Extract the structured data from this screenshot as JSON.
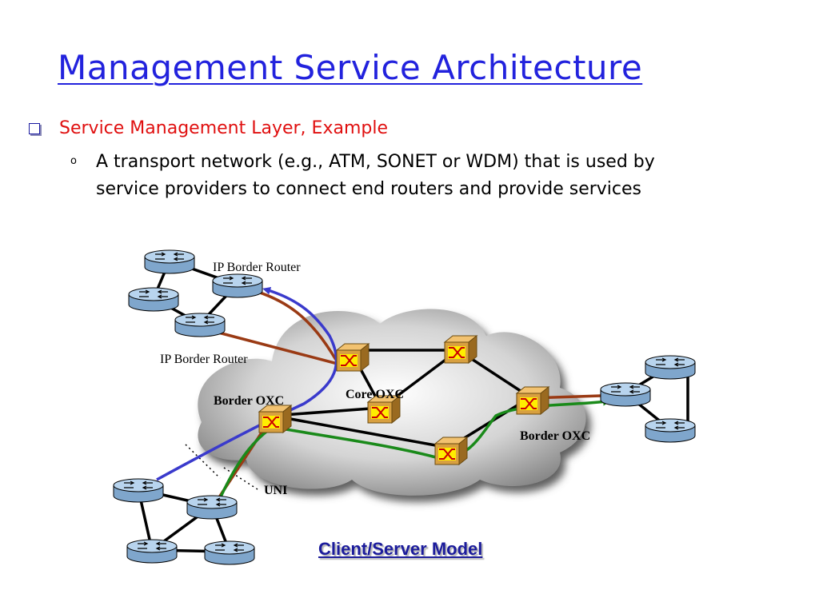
{
  "slide": {
    "title": "Management Service Architecture",
    "bullet": "Service Management Layer, Example",
    "sub_marker": "o",
    "sub_text": "A transport network (e.g., ATM, SONET or WDM) that is used by service providers to connect end routers and provide services"
  },
  "diagram": {
    "labels": {
      "ip_border_router_top": "IP Border Router",
      "ip_border_router_left": "IP Border Router",
      "border_oxc_left": "Border OXC",
      "core_oxc": "Core OXC",
      "border_oxc_right": "Border OXC",
      "uni": "UNI"
    },
    "caption": "Client/Server Model",
    "colors": {
      "title": "#2222dd",
      "bullet": "#e01010",
      "router": "#a8c8e8",
      "oxc": "#d8a040",
      "oxc_face": "#ffee00",
      "access_link": "#9a3a14",
      "blue_path": "#3a3acc",
      "green_path": "#1a8a1a",
      "caption": "#1c1c9c"
    }
  }
}
